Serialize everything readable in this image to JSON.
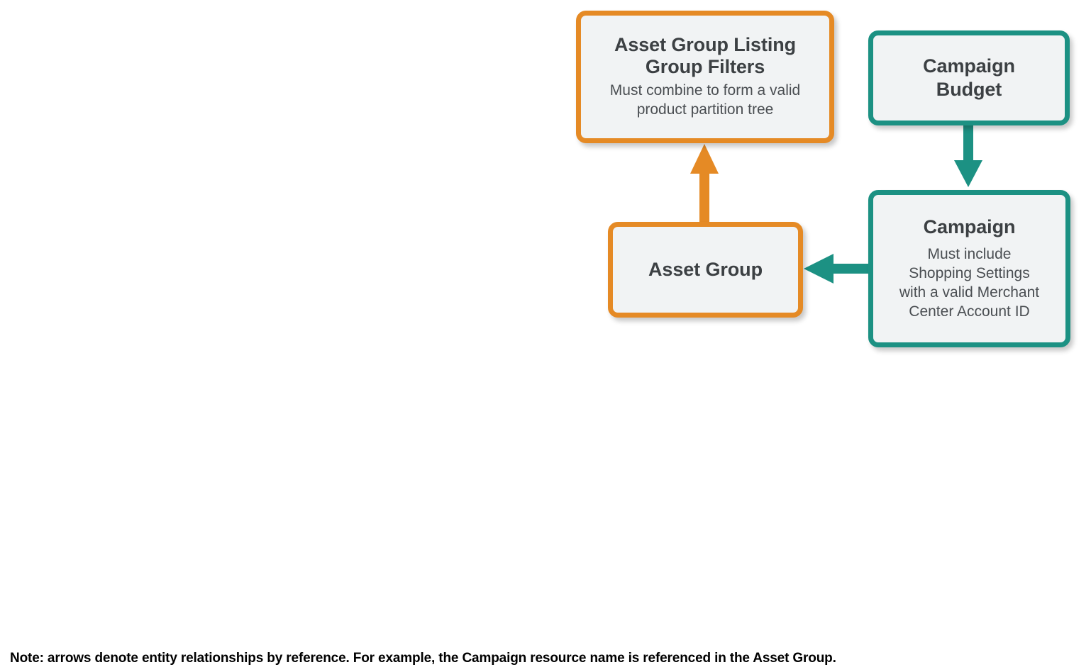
{
  "diagram": {
    "type": "entity-relationship",
    "background_color": "#FFFFFF",
    "node_fill_color": "#F1F3F4",
    "colors": {
      "orange": "#E58A25",
      "teal": "#1C9183",
      "title_text": "#3C4043",
      "body_text": "#4A4E52",
      "note_text": "#000000"
    },
    "nodes": [
      {
        "id": "asset-group-listing-group-filters",
        "title": "Asset Group Listing\nGroup Filters",
        "description": "Must combine to form a valid\nproduct partition tree",
        "accent": "orange"
      },
      {
        "id": "campaign-budget",
        "title": "Campaign\nBudget",
        "description": "",
        "accent": "teal"
      },
      {
        "id": "asset-group",
        "title": "Asset Group",
        "description": "",
        "accent": "orange"
      },
      {
        "id": "campaign",
        "title": "Campaign",
        "description": "Must include\nShopping Settings\nwith a valid Merchant\nCenter Account ID",
        "accent": "teal"
      }
    ],
    "edges": [
      {
        "id": "asset-group-to-listing-group-filters",
        "from": "asset-group",
        "to": "asset-group-listing-group-filters",
        "direction": "up",
        "color": "#E58A25"
      },
      {
        "id": "campaign-budget-to-campaign",
        "from": "campaign-budget",
        "to": "campaign",
        "direction": "down",
        "color": "#1C9183"
      },
      {
        "id": "campaign-to-asset-group",
        "from": "campaign",
        "to": "asset-group",
        "direction": "left",
        "color": "#1C9183"
      }
    ],
    "note": "Note: arrows denote entity relationships by reference. For example, the Campaign resource name is referenced in the Asset Group."
  }
}
